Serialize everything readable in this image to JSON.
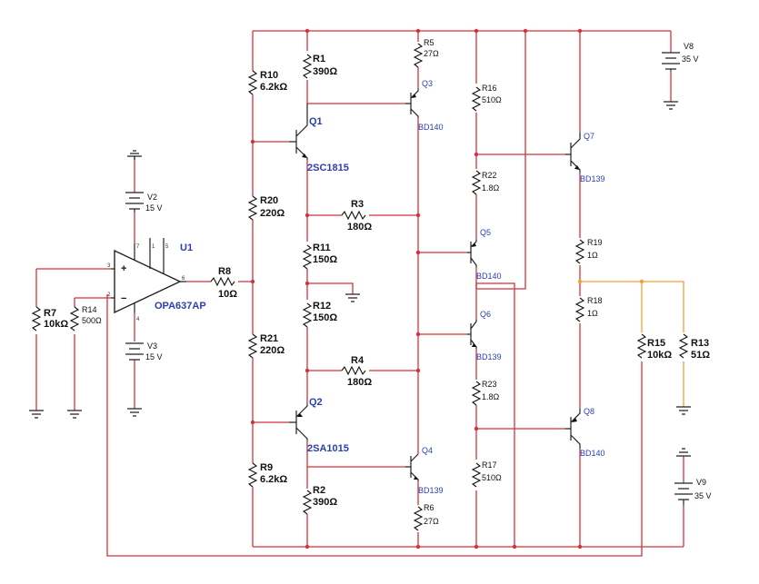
{
  "components": {
    "R1": {
      "ref": "R1",
      "value": "390Ω"
    },
    "R2": {
      "ref": "R2",
      "value": "390Ω"
    },
    "R3": {
      "ref": "R3",
      "value": "180Ω"
    },
    "R4": {
      "ref": "R4",
      "value": "180Ω"
    },
    "R5": {
      "ref": "R5",
      "value": "27Ω"
    },
    "R6": {
      "ref": "R6",
      "value": "27Ω"
    },
    "R7": {
      "ref": "R7",
      "value": "10kΩ"
    },
    "R8": {
      "ref": "R8",
      "value": "10Ω"
    },
    "R9": {
      "ref": "R9",
      "value": "6.2kΩ"
    },
    "R10": {
      "ref": "R10",
      "value": "6.2kΩ"
    },
    "R11": {
      "ref": "R11",
      "value": "150Ω"
    },
    "R12": {
      "ref": "R12",
      "value": "150Ω"
    },
    "R13": {
      "ref": "R13",
      "value": "51Ω"
    },
    "R14": {
      "ref": "R14",
      "value": "500Ω"
    },
    "R15": {
      "ref": "R15",
      "value": "10kΩ"
    },
    "R16": {
      "ref": "R16",
      "value": "510Ω"
    },
    "R17": {
      "ref": "R17",
      "value": "510Ω"
    },
    "R18": {
      "ref": "R18",
      "value": "1Ω"
    },
    "R19": {
      "ref": "R19",
      "value": "1Ω"
    },
    "R20": {
      "ref": "R20",
      "value": "220Ω"
    },
    "R21": {
      "ref": "R21",
      "value": "220Ω"
    },
    "R22": {
      "ref": "R22",
      "value": "1.8Ω"
    },
    "R23": {
      "ref": "R23",
      "value": "1.8Ω"
    },
    "Q1": {
      "ref": "Q1",
      "model": "2SC1815"
    },
    "Q2": {
      "ref": "Q2",
      "model": "2SA1015"
    },
    "Q3": {
      "ref": "Q3",
      "model": "BD140"
    },
    "Q4": {
      "ref": "Q4",
      "model": "BD139"
    },
    "Q5": {
      "ref": "Q5",
      "model": "BD140"
    },
    "Q6": {
      "ref": "Q6",
      "model": "BD139"
    },
    "Q7": {
      "ref": "Q7",
      "model": "BD139"
    },
    "Q8": {
      "ref": "Q8",
      "model": "BD140"
    },
    "U1": {
      "ref": "U1",
      "model": "OPA637AP",
      "pins": {
        "p1": "1",
        "p2": "2",
        "p3": "3",
        "p4": "4",
        "p5": "5",
        "p6": "6",
        "p7": "7"
      }
    },
    "V2": {
      "ref": "V2",
      "value": "15 V"
    },
    "V3": {
      "ref": "V3",
      "value": "15 V"
    },
    "V8": {
      "ref": "V8",
      "value": "35 V"
    },
    "V9": {
      "ref": "V9",
      "value": "35 V"
    }
  },
  "opamp_symbols": {
    "plus": "+",
    "minus": "−"
  },
  "colors": {
    "wire": "#d2323c",
    "output_wire": "#f0a030",
    "component": "#111111",
    "model_label": "#2a3fb0"
  }
}
